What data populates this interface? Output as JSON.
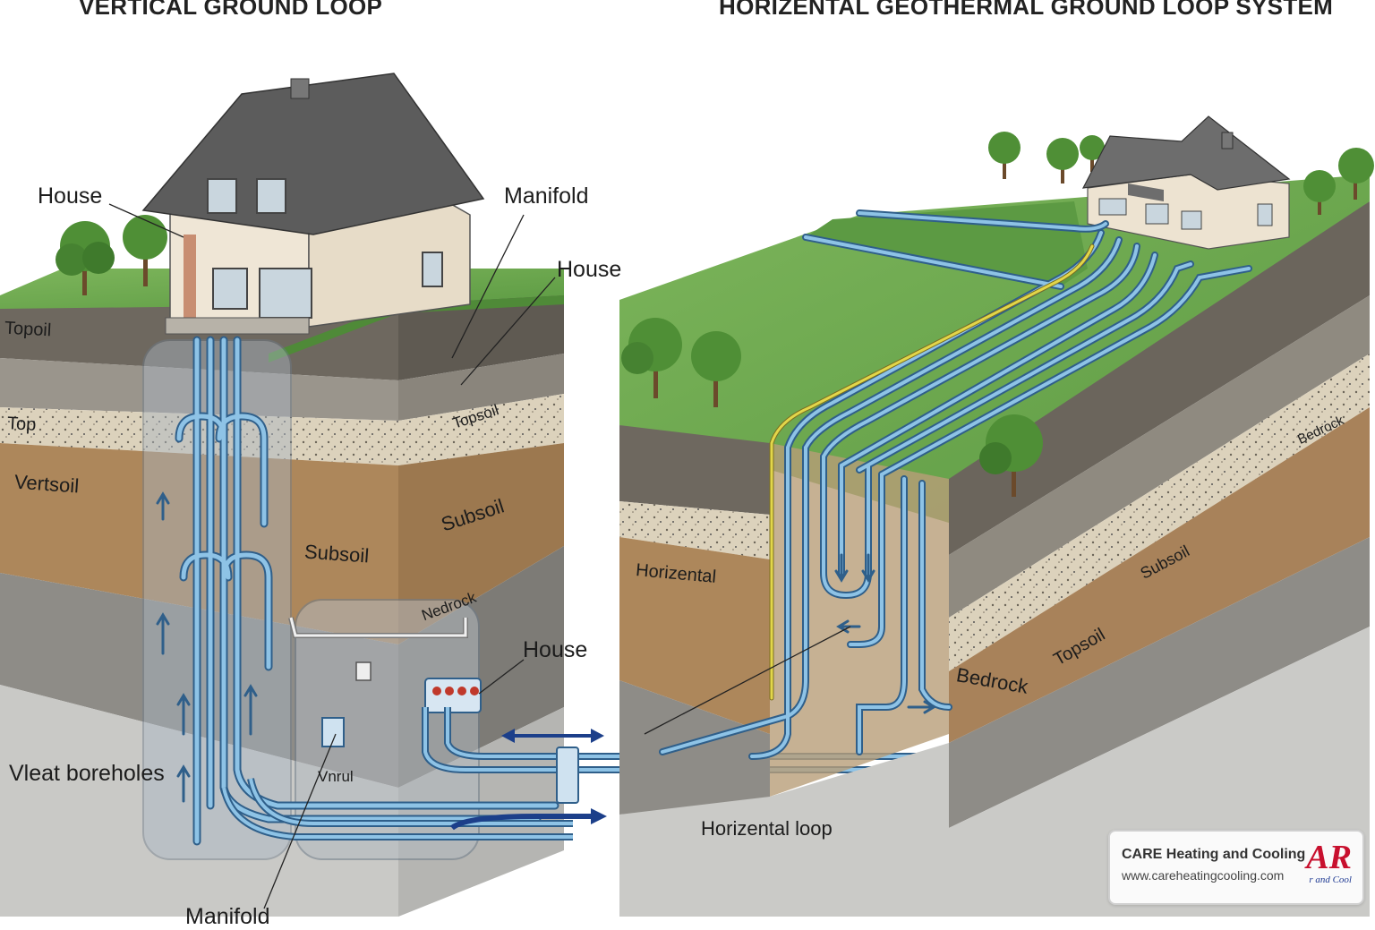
{
  "titles": {
    "left": "VERTICAL GROUND LOOP",
    "right": "HORIZENTAL GEOTHERMAL GROUND LOOP SYSTEM"
  },
  "left_labels": {
    "house_1": "House",
    "manifold_1": "Manifold",
    "house_2": "House",
    "topsoil_1": "Topoil",
    "top": "Top",
    "vertsoil": "Vertsoil",
    "topsoil_2": "Topsoil",
    "subsoil_1": "Subsoil",
    "subsoil_2": "Subsoil",
    "bedrock": "Nedrock",
    "house_3": "House",
    "boreholes": "Vleat boreholes",
    "unit": "Vnrul",
    "manifold_2": "Manifold"
  },
  "right_labels": {
    "horizontal": "Horizental",
    "bedrock_1": "Bedrock",
    "subsoil": "Subsoil",
    "topsoil": "Topsoil",
    "bedrock_2": "Bedrock",
    "loop": "Horizental loop"
  },
  "brand": {
    "name": "CARE Heating and Cooling",
    "url": "www.careheatingcooling.com",
    "logo_text": "AR",
    "logo_sub": "r and Cool",
    "logo_color": "#c8102e",
    "logo_sub_color": "#1f3a93"
  },
  "colors": {
    "pipe": "#8ec3e6",
    "pipe_edge": "#2f5f8a",
    "grass": "#6aa84f",
    "topsoil": "#6b655c",
    "subsoil": "#b08a5f",
    "gravel": "#d9cfb8",
    "bedrock": "#8f8f8c",
    "arrow": "#1c3f8a",
    "supply_line": "#e2d64a"
  }
}
